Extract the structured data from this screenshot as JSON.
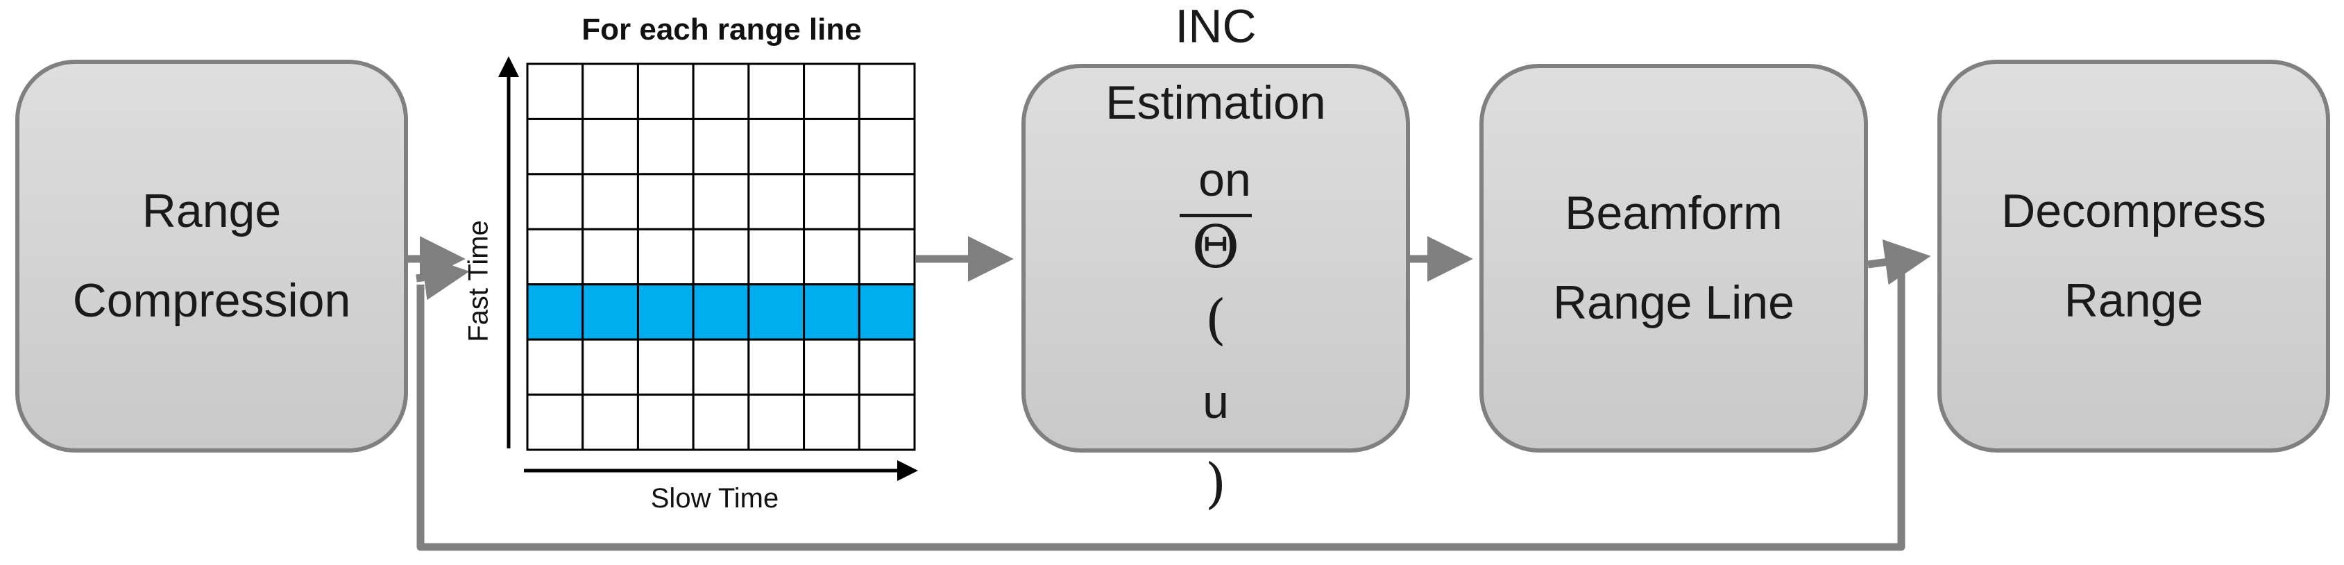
{
  "grid_title": "For each range line",
  "grid": {
    "rows": 7,
    "cols": 7,
    "highlight_row_index": 4,
    "highlight_color": "#00aeef",
    "y_axis_label": "Fast Time",
    "x_axis_label": "Slow Time"
  },
  "boxes": {
    "range_compression": {
      "line1": "Range",
      "line2": "Compression"
    },
    "inc_estimation": {
      "line1": "INC",
      "line2": "Estimation",
      "on_word": "on",
      "symbol": "Θ",
      "var": "u"
    },
    "beamform": {
      "line1": "Beamform",
      "line2": "Range Line"
    },
    "decompress": {
      "line1": "Decompress",
      "line2": "Range"
    }
  },
  "colors": {
    "box_fill": "#d4d4d4",
    "box_border": "#808080",
    "arrow": "#808080"
  }
}
